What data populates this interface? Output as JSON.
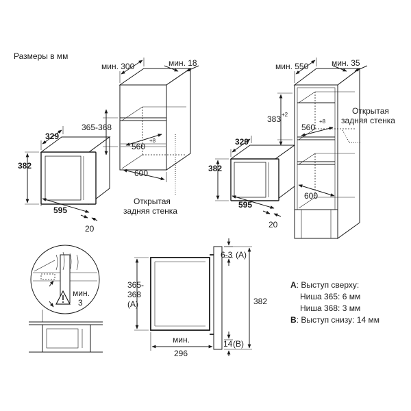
{
  "header": {
    "units_title": "Размеры в мм"
  },
  "microwave_a": {
    "depth": "329",
    "height": "382",
    "width": "595",
    "door": "20"
  },
  "cabinet_wall": {
    "min_width": "мин. 300",
    "min_side": "мин. 18",
    "niche_height": "365-368",
    "niche_width": "560",
    "niche_width_tol": "+8",
    "niche_depth": "600",
    "open_back_line1": "Открытая",
    "open_back_line2": "задняя стенка"
  },
  "microwave_b": {
    "depth": "329",
    "height": "382",
    "width": "595",
    "door": "20"
  },
  "cabinet_tall": {
    "min_width": "мин. 550",
    "min_side": "мин. 35",
    "niche_height": "383",
    "niche_height_tol": "+2",
    "niche_width": "560",
    "niche_width_tol": "+8",
    "niche_depth": "600",
    "open_back_line1": "Открытая",
    "open_back_line2": "задняя стенка"
  },
  "detail": {
    "warning_icon": "warning-triangle-icon",
    "min_label": "мин.",
    "min_value": "3"
  },
  "side_view": {
    "niche_height_line1": "365-",
    "niche_height_line2": "368",
    "niche_height_ref": "(A)",
    "top_protrusion": "6-3",
    "top_ref": "(A)",
    "height": "382",
    "bottom_protrusion": "14",
    "bottom_ref": "(B)",
    "min_depth_label": "мин.",
    "min_depth": "296"
  },
  "legend": {
    "a_key": "A",
    "a_text": ": Выступ сверху:",
    "a_line2": "Ниша 365: 6 мм",
    "a_line3": "Ниша 368: 3 мм",
    "b_key": "B",
    "b_text": ": Выступ снизу: 14 мм"
  }
}
